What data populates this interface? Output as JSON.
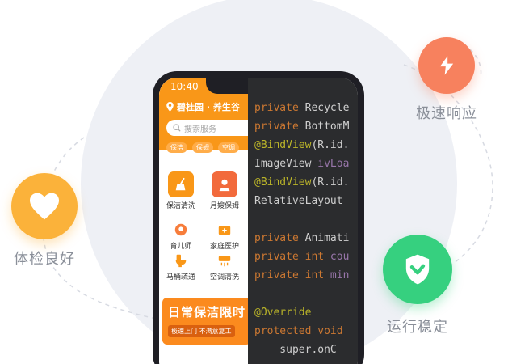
{
  "colors": {
    "speed": "#f7815e",
    "health": "#fbb23a",
    "stable": "#36d07f",
    "app_orange": "#f99718",
    "code_bg": "#2b2c2e"
  },
  "features": [
    {
      "label": "极速响应",
      "icon": "lightning-icon"
    },
    {
      "label": "体检良好",
      "icon": "heart-icon"
    },
    {
      "label": "运行稳定",
      "icon": "shield-check-icon"
    }
  ],
  "phone": {
    "time": "10:40",
    "location": "碧桂园 · 养生谷",
    "search_placeholder": "搜索服务",
    "chips": [
      "保洁",
      "保姆",
      "空调"
    ],
    "services": [
      {
        "label": "保洁清洗",
        "icon": "broom-icon"
      },
      {
        "label": "月嫂保姆",
        "icon": "nanny-icon"
      },
      {
        "label": "育儿师",
        "icon": "childcare-icon"
      },
      {
        "label": "家庭医护",
        "icon": "medical-kit-icon"
      },
      {
        "label": "马桶疏通",
        "icon": "toilet-icon"
      },
      {
        "label": "空调清洗",
        "icon": "air-conditioner-icon"
      }
    ],
    "banner": {
      "title": "日常保洁限时",
      "subtitle": "极速上门 不满意复工"
    }
  },
  "code_lines": [
    [
      "kw:private ",
      "pl:Recycle"
    ],
    [
      "kw:private ",
      "pl:BottomM"
    ],
    [
      "an:@BindView",
      "pl:(R.id."
    ],
    [
      "pl:ImageView ",
      "var:ivLoa"
    ],
    [
      "an:@BindView",
      "pl:(R.id."
    ],
    [
      "pl:RelativeLayout"
    ],
    [],
    [
      "kw:private ",
      "pl:Animati"
    ],
    [
      "kw:private int ",
      "var:cou"
    ],
    [
      "kw:private int ",
      "var:min"
    ],
    [],
    [
      "an:@Override"
    ],
    [
      "kw:protected void"
    ],
    [
      "pl:    super.onC"
    ]
  ]
}
